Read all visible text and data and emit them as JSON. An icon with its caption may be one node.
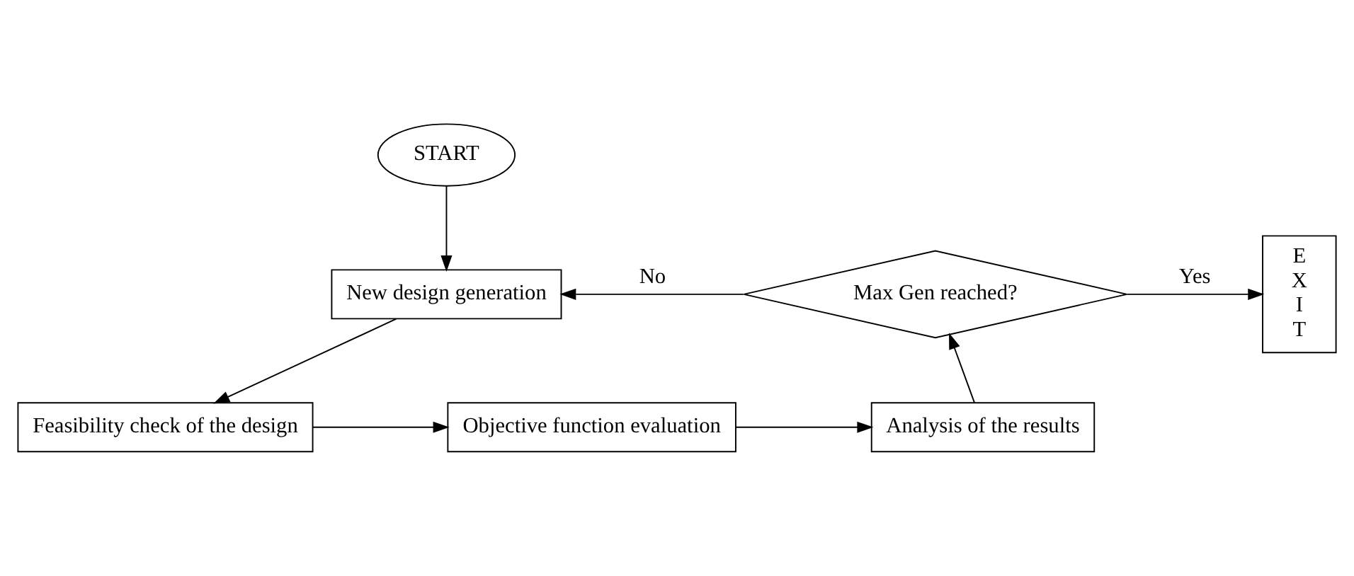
{
  "diagram": {
    "nodes": [
      {
        "text": [
          "START"
        ]
      },
      {
        "text": [
          "New design generation"
        ]
      },
      {
        "text": [
          "Max Gen reached?"
        ]
      },
      {
        "text": [
          "E X I T"
        ]
      },
      {
        "text": [
          "Feasibility check of the design"
        ]
      },
      {
        "text": [
          "Objective function evaluation"
        ]
      },
      {
        "text": [
          "Analysis of the results"
        ]
      }
    ],
    "edges": [
      {
        "from": 0,
        "to": 1,
        "arrow": "to"
      },
      {
        "from": 1,
        "to": 4,
        "arrow": "to"
      },
      {
        "from": 4,
        "to": 5,
        "arrow": "to"
      },
      {
        "from": 5,
        "to": 6,
        "arrow": "to"
      },
      {
        "from": 6,
        "to": 2,
        "arrow": "to"
      },
      {
        "from": 2,
        "to": 1,
        "label": "No",
        "arrow": "to"
      },
      {
        "from": 2,
        "to": 3,
        "label": "Yes",
        "arrow": "to"
      }
    ]
  }
}
